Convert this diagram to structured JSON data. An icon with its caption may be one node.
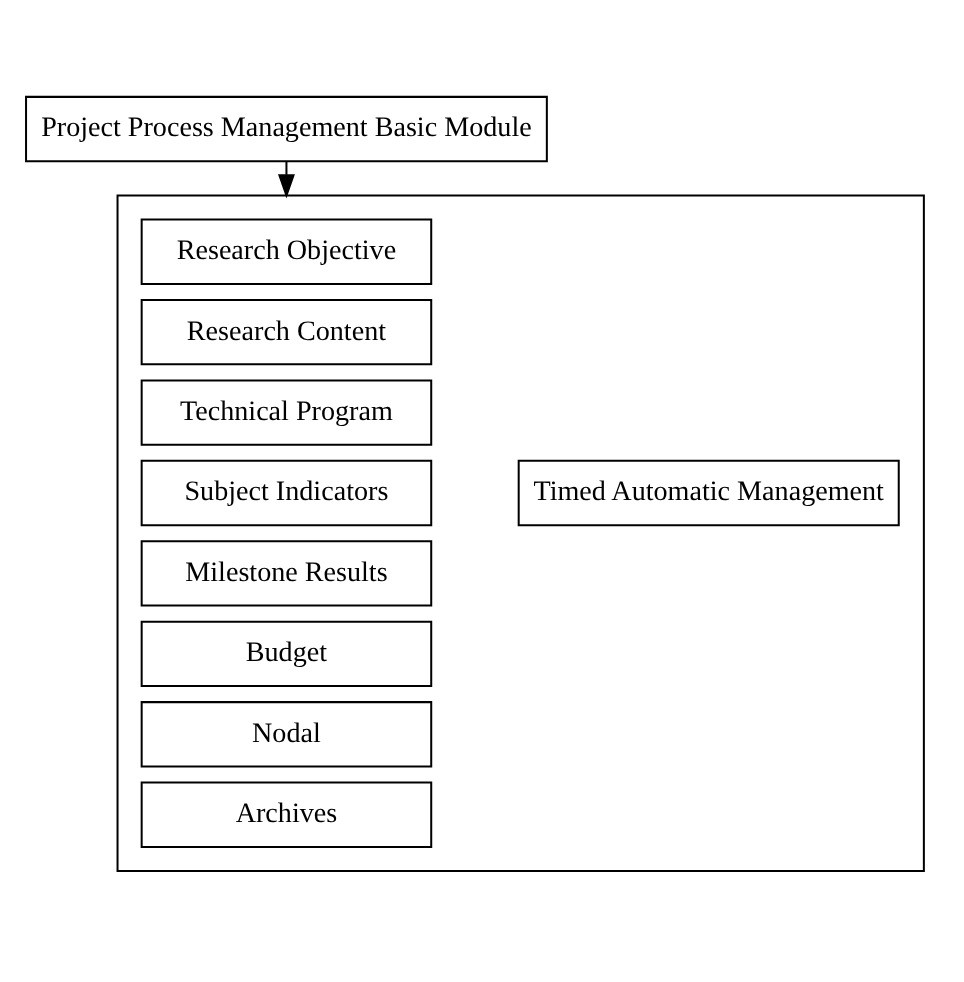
{
  "diagram": {
    "nodes": [
      {
        "text": [
          "Project Process Management Basic Module"
        ]
      },
      {
        "text": [],
        "shape": "box"
      },
      {
        "text": [
          "Research Objective"
        ],
        "in": 1
      },
      {
        "text": [
          "Research Content"
        ],
        "in": 1
      },
      {
        "text": [
          "Technical Program"
        ],
        "in": 1
      },
      {
        "text": [
          "Subject Indicators"
        ],
        "in": 1
      },
      {
        "text": [
          "Milestone Results"
        ],
        "in": 1
      },
      {
        "text": [
          "Budget"
        ],
        "in": 1
      },
      {
        "text": [
          "Nodal"
        ],
        "in": 1
      },
      {
        "text": [
          "Archives"
        ],
        "in": 1
      },
      {
        "text": [
          "Timed Automatic Management"
        ],
        "in": 1
      }
    ],
    "edges": [
      {
        "from": 0,
        "to": 1,
        "arrow": "to"
      }
    ]
  }
}
